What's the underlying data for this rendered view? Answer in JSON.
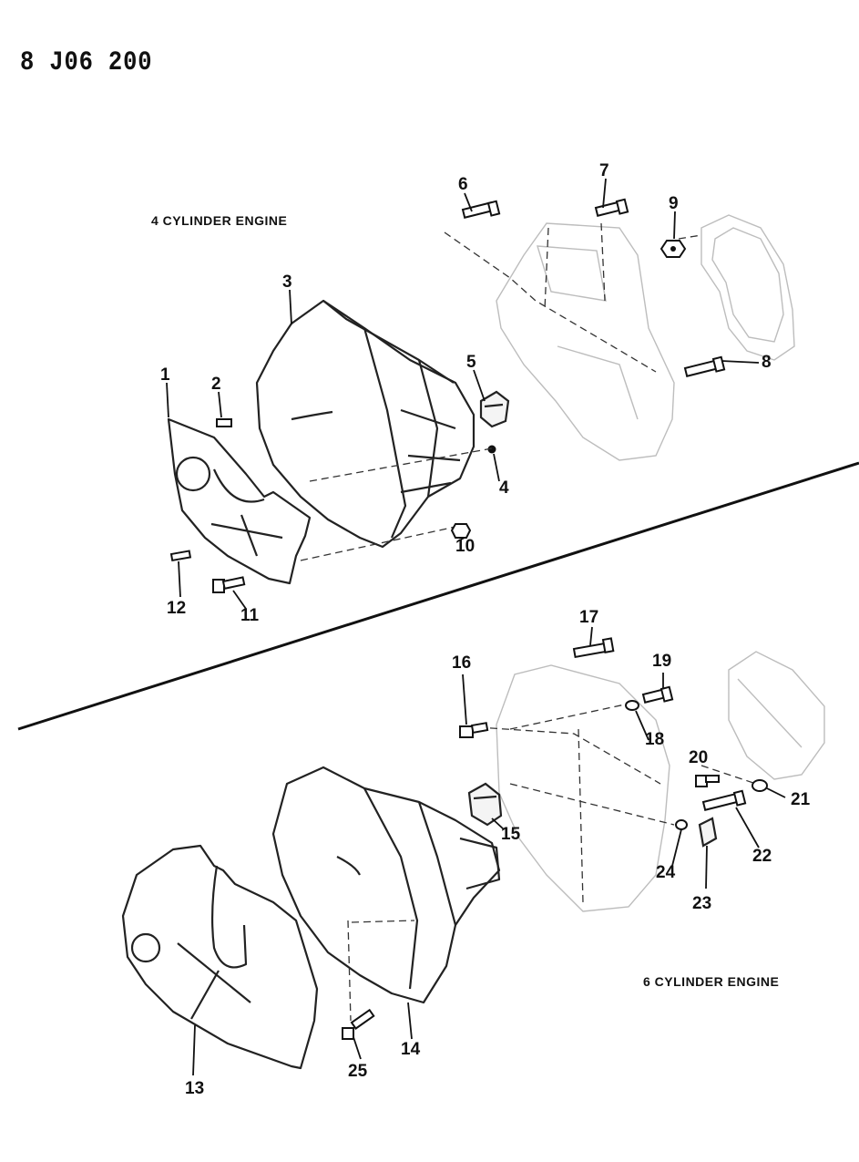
{
  "header": {
    "document_code": "8 J06 200"
  },
  "sections": {
    "four_cylinder_label": "4 CYLINDER ENGINE",
    "six_cylinder_label": "6 CYLINDER ENGINE"
  },
  "callouts": [
    "1",
    "2",
    "3",
    "4",
    "5",
    "6",
    "7",
    "8",
    "9",
    "10",
    "11",
    "12",
    "13",
    "14",
    "15",
    "16",
    "17",
    "18",
    "19",
    "20",
    "21",
    "22",
    "23",
    "24",
    "25"
  ]
}
